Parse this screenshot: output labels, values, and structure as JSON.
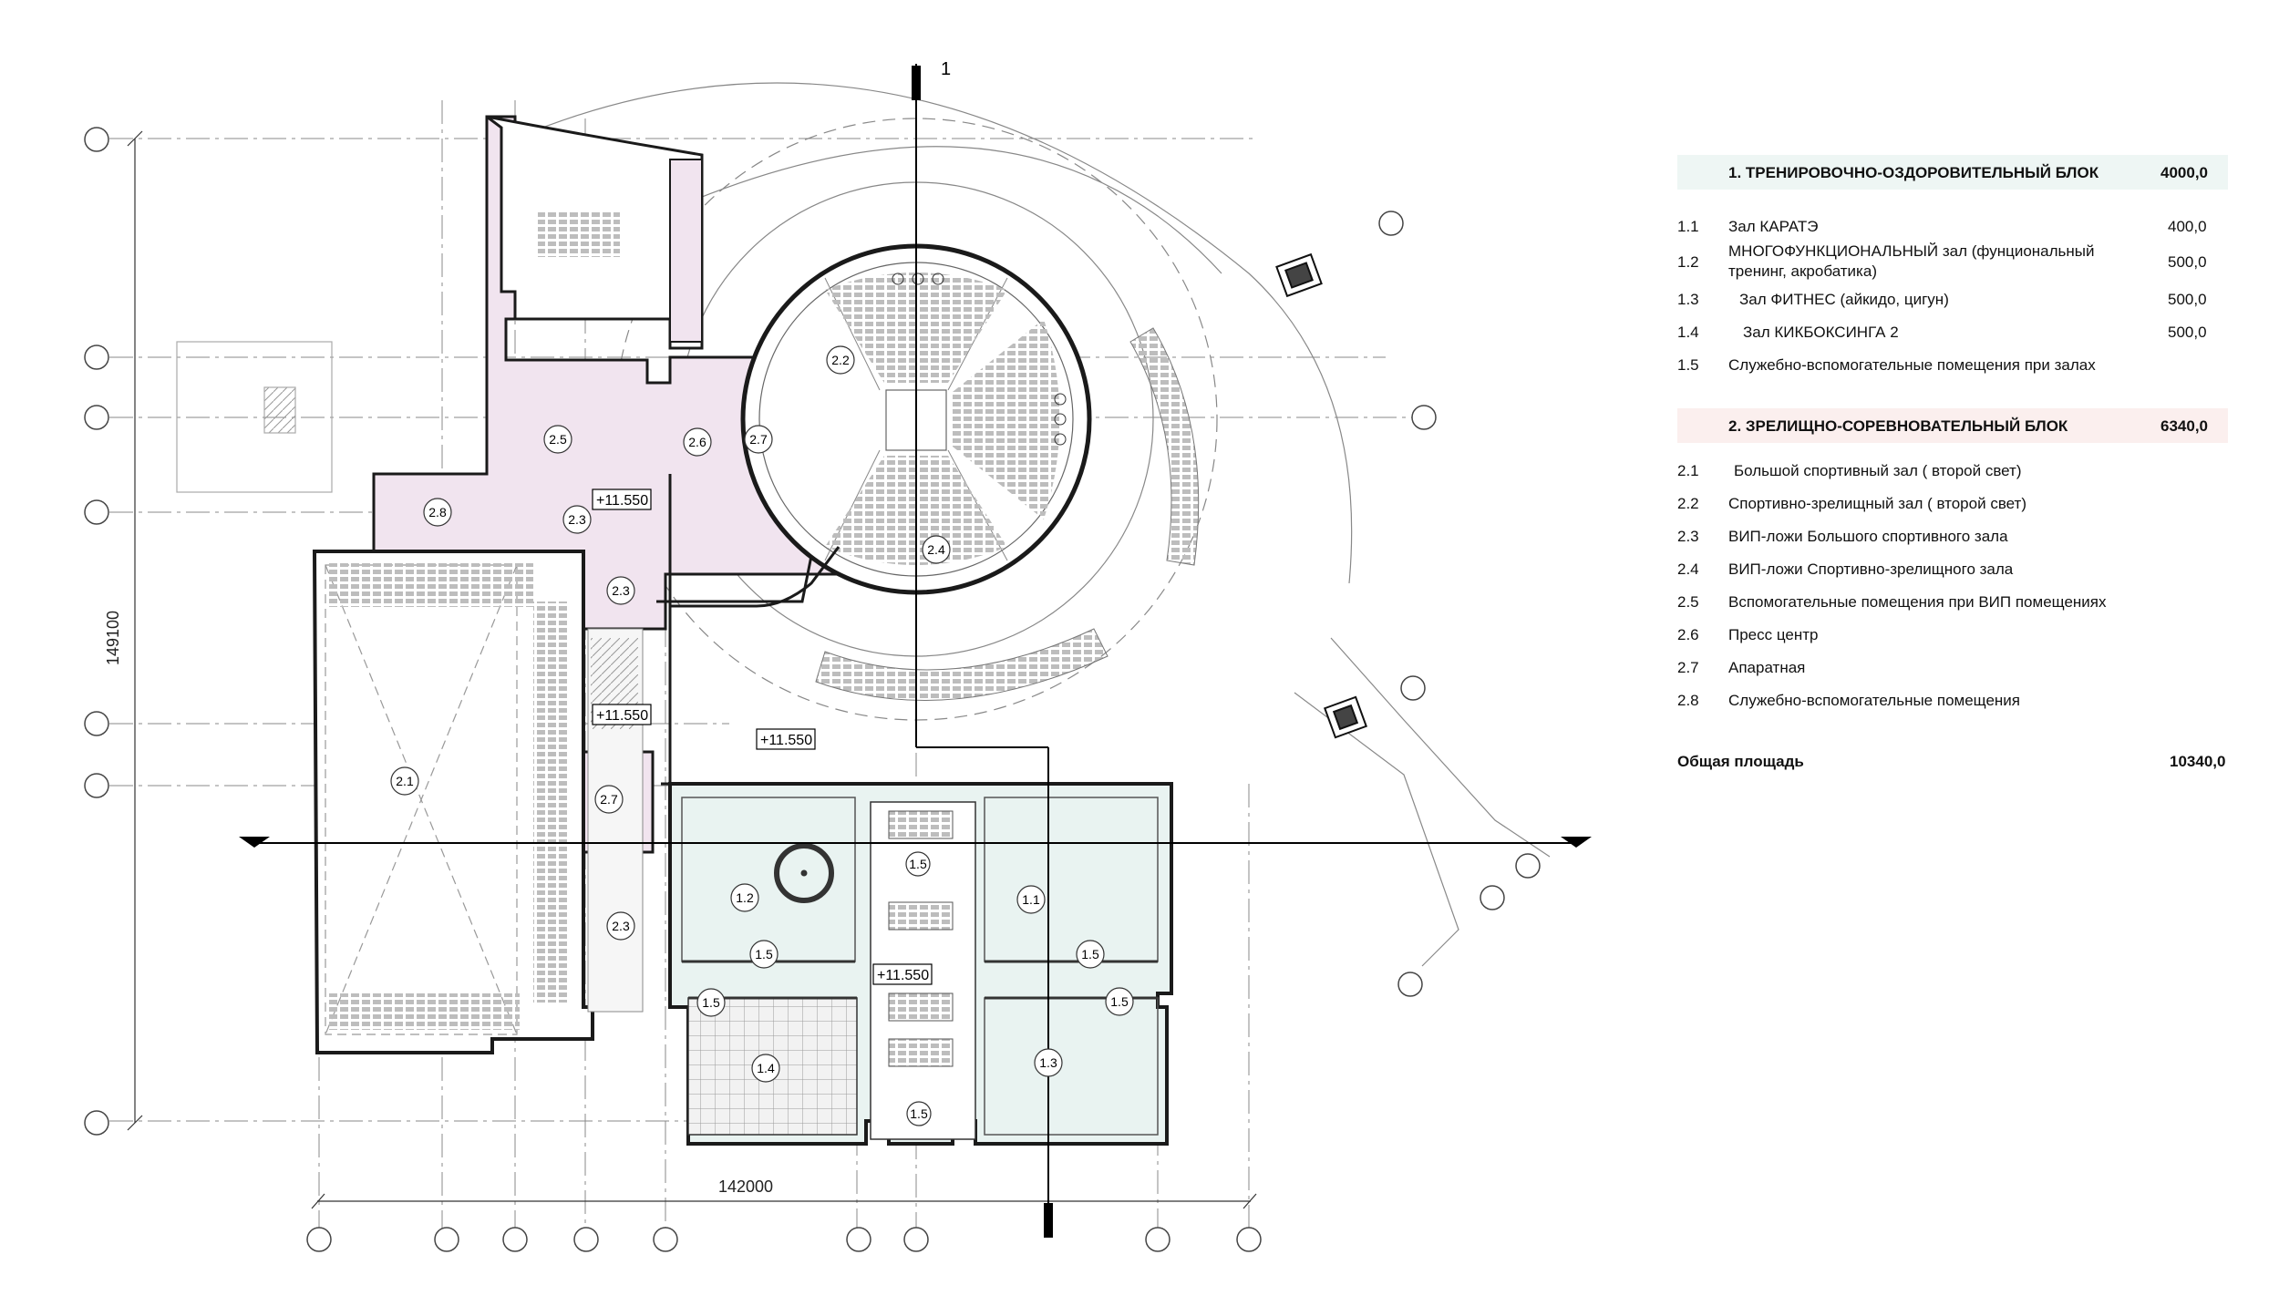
{
  "plan": {
    "axis_top_label": "1",
    "dim_vertical": "149100",
    "dim_horizontal": "142000",
    "level_marks": [
      "+11.550",
      "+11.550",
      "+11.550",
      "+11.550"
    ],
    "room_tags": [
      "2.2",
      "2.5",
      "2.6",
      "2.7",
      "2.8",
      "2.3",
      "2.3",
      "2.4",
      "2.1",
      "2.7",
      "2.3",
      "1.2",
      "1.5",
      "1.1",
      "1.5",
      "1.5",
      "1.5",
      "1.5",
      "1.4",
      "1.3",
      "1.5"
    ]
  },
  "legend": {
    "section1": {
      "title": "1. ТРЕНИРОВОЧНО-ОЗДОРОВИТЕЛЬНЫЙ БЛОК",
      "total": "4000,0"
    },
    "items1": [
      {
        "num": "1.1",
        "label": "Зал КАРАТЭ",
        "value": "400,0"
      },
      {
        "num": "1.2",
        "label": "МНОГОФУНКЦИОНАЛЬНЫЙ зал (фунциональный тренинг, акробатика)",
        "value": "500,0"
      },
      {
        "num": "1.3",
        "label": "Зал ФИТНЕС (айкидо, цигун)",
        "value": "500,0"
      },
      {
        "num": "1.4",
        "label": "Зал КИКБОКСИНГА 2",
        "value": "500,0"
      },
      {
        "num": "1.5",
        "label": "Служебно-вспомогательные помещения при залах",
        "value": ""
      }
    ],
    "section2": {
      "title": "2. ЗРЕЛИЩНО-СОРЕВНОВАТЕЛЬНЫЙ БЛОК",
      "total": "6340,0"
    },
    "items2": [
      {
        "num": "2.1",
        "label": "Большой спортивный зал ( второй свет)"
      },
      {
        "num": "2.2",
        "label": "Спортивно-зрелищный зал ( второй свет)"
      },
      {
        "num": "2.3",
        "label": "ВИП-ложи Большого спортивного зала"
      },
      {
        "num": "2.4",
        "label": "ВИП-ложи Спортивно-зрелищного зала"
      },
      {
        "num": "2.5",
        "label": "Вспомогательные помещения при ВИП помещениях"
      },
      {
        "num": "2.6",
        "label": "Пресс центр"
      },
      {
        "num": "2.7",
        "label": "Апаратная"
      },
      {
        "num": "2.8",
        "label": "Служебно-вспомогательные помещения"
      }
    ],
    "total_label": "Общая площадь",
    "total_value": "10340,0"
  },
  "colors": {
    "section1_band": "#eef6f4",
    "section2_band": "#fbefee",
    "pink_zone": "#f1e4ef",
    "green_zone": "#e9f3f1",
    "wall": "#1a1a1a",
    "axis": "#555555"
  }
}
